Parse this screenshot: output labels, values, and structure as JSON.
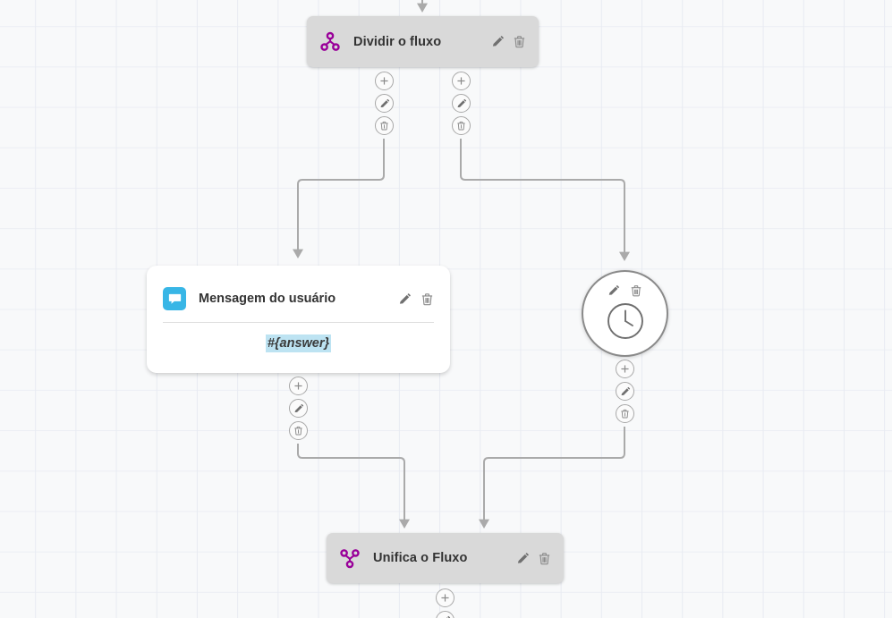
{
  "app": {
    "canvas_background": "#f8f9fa",
    "grid_line_color": "#e8ebf2",
    "connector_color": "#aaaaaa",
    "accent_purple": "#990099",
    "accent_blue": "#38b6e6",
    "token_highlight": "#bde3f2"
  },
  "nodes": [
    {
      "id": "split",
      "kind": "bar",
      "title": "Dividir o fluxo",
      "icon": "flow-split-icon",
      "tools": [
        {
          "name": "edit-node-button",
          "icon": "pencil-icon"
        },
        {
          "name": "delete-node-button",
          "icon": "trash-icon"
        }
      ]
    },
    {
      "id": "user-message",
      "kind": "card",
      "title": "Mensagem do usuário",
      "icon": "chat-bubble-icon",
      "body_token": "#{answer}",
      "tools": [
        {
          "name": "edit-node-button",
          "icon": "pencil-icon"
        },
        {
          "name": "delete-node-button",
          "icon": "trash-icon"
        }
      ]
    },
    {
      "id": "delay",
      "kind": "round",
      "title": "",
      "icon": "clock-icon",
      "tools": [
        {
          "name": "edit-node-button",
          "icon": "pencil-icon"
        },
        {
          "name": "delete-node-button",
          "icon": "trash-icon"
        }
      ]
    },
    {
      "id": "merge",
      "kind": "bar",
      "title": "Unifica o Fluxo",
      "icon": "flow-merge-icon",
      "tools": [
        {
          "name": "edit-node-button",
          "icon": "pencil-icon"
        },
        {
          "name": "delete-node-button",
          "icon": "trash-icon"
        }
      ]
    }
  ],
  "branch_controls": {
    "add": {
      "label": "+",
      "icon": "plus-icon",
      "name": "add-step-button"
    },
    "edit": {
      "icon": "pencil-icon",
      "name": "edit-connector-button"
    },
    "delete": {
      "icon": "trash-icon",
      "name": "delete-connector-button"
    }
  }
}
